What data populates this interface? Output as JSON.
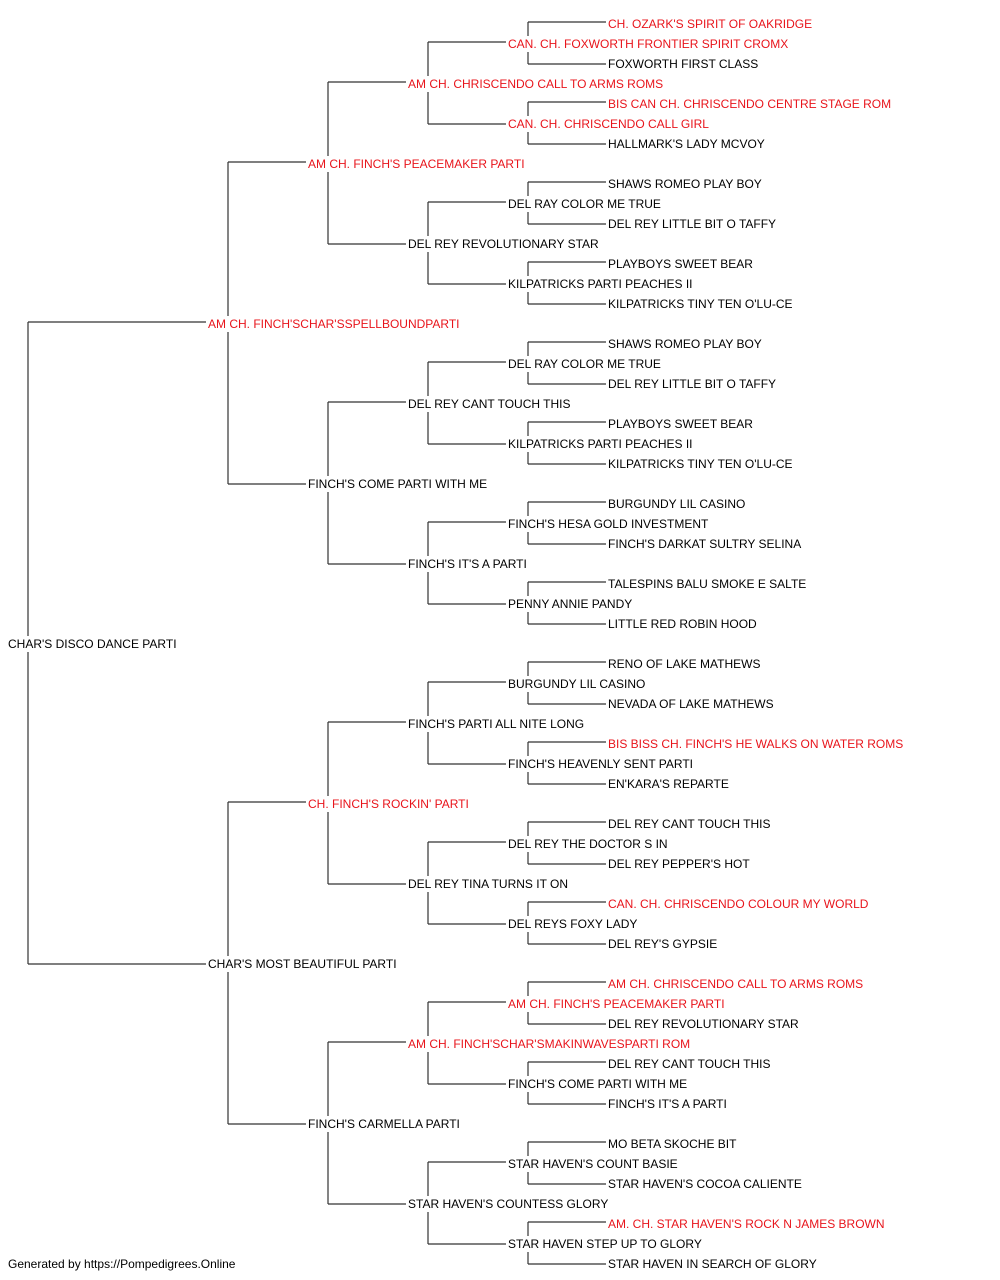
{
  "colors": {
    "champion": "#e8141b",
    "normal": "#000000",
    "line": "#333333"
  },
  "footer": "Generated by https://Pompedigrees.Online",
  "tree": {
    "name": "CHAR'S DISCO DANCE PARTI",
    "champion": false,
    "sire": {
      "name": "AM CH. FINCH'SCHAR'SSPELLBOUNDPARTI",
      "champion": true,
      "sire": {
        "name": "AM CH. FINCH'S PEACEMAKER PARTI",
        "champion": true,
        "sire": {
          "name": "AM CH. CHRISCENDO CALL TO ARMS ROMS",
          "champion": true,
          "sire": {
            "name": "CAN. CH. FOXWORTH FRONTIER SPIRIT CROMX",
            "champion": true,
            "sire": {
              "name": "CH. OZARK'S SPIRIT OF OAKRIDGE",
              "champion": true
            },
            "dam": {
              "name": "FOXWORTH FIRST CLASS",
              "champion": false
            }
          },
          "dam": {
            "name": "CAN. CH. CHRISCENDO CALL GIRL",
            "champion": true,
            "sire": {
              "name": "BIS CAN CH. CHRISCENDO CENTRE STAGE ROM",
              "champion": true
            },
            "dam": {
              "name": "HALLMARK'S LADY MCVOY",
              "champion": false
            }
          }
        },
        "dam": {
          "name": "DEL REY REVOLUTIONARY STAR",
          "champion": false,
          "sire": {
            "name": "DEL RAY COLOR ME TRUE",
            "champion": false,
            "sire": {
              "name": "SHAWS ROMEO PLAY BOY",
              "champion": false
            },
            "dam": {
              "name": "DEL REY LITTLE BIT O TAFFY",
              "champion": false
            }
          },
          "dam": {
            "name": "KILPATRICKS PARTI PEACHES II",
            "champion": false,
            "sire": {
              "name": "PLAYBOYS SWEET BEAR",
              "champion": false
            },
            "dam": {
              "name": "KILPATRICKS TINY TEN O'LU-CE",
              "champion": false
            }
          }
        }
      },
      "dam": {
        "name": "FINCH'S COME PARTI WITH ME",
        "champion": false,
        "sire": {
          "name": "DEL REY CANT TOUCH THIS",
          "champion": false,
          "sire": {
            "name": "DEL RAY COLOR ME TRUE",
            "champion": false,
            "sire": {
              "name": "SHAWS ROMEO PLAY BOY",
              "champion": false
            },
            "dam": {
              "name": "DEL REY LITTLE BIT O TAFFY",
              "champion": false
            }
          },
          "dam": {
            "name": "KILPATRICKS PARTI PEACHES II",
            "champion": false,
            "sire": {
              "name": "PLAYBOYS SWEET BEAR",
              "champion": false
            },
            "dam": {
              "name": "KILPATRICKS TINY TEN O'LU-CE",
              "champion": false
            }
          }
        },
        "dam": {
          "name": "FINCH'S IT'S A PARTI",
          "champion": false,
          "sire": {
            "name": "FINCH'S HESA GOLD INVESTMENT",
            "champion": false,
            "sire": {
              "name": "BURGUNDY LIL CASINO",
              "champion": false
            },
            "dam": {
              "name": "FINCH'S DARKAT SULTRY SELINA",
              "champion": false
            }
          },
          "dam": {
            "name": "PENNY ANNIE PANDY",
            "champion": false,
            "sire": {
              "name": "TALESPINS BALU SMOKE E SALTE",
              "champion": false
            },
            "dam": {
              "name": "LITTLE RED ROBIN HOOD",
              "champion": false
            }
          }
        }
      }
    },
    "dam": {
      "name": "CHAR'S MOST BEAUTIFUL PARTI",
      "champion": false,
      "sire": {
        "name": "CH. FINCH'S ROCKIN' PARTI",
        "champion": true,
        "sire": {
          "name": "FINCH'S PARTI ALL NITE LONG",
          "champion": false,
          "sire": {
            "name": "BURGUNDY LIL CASINO",
            "champion": false,
            "sire": {
              "name": "RENO OF LAKE MATHEWS",
              "champion": false
            },
            "dam": {
              "name": "NEVADA OF LAKE MATHEWS",
              "champion": false
            }
          },
          "dam": {
            "name": "FINCH'S HEAVENLY SENT PARTI",
            "champion": false,
            "sire": {
              "name": "BIS BISS CH. FINCH'S HE WALKS ON WATER ROMS",
              "champion": true
            },
            "dam": {
              "name": "EN'KARA'S REPARTE",
              "champion": false
            }
          }
        },
        "dam": {
          "name": "DEL REY TINA TURNS IT ON",
          "champion": false,
          "sire": {
            "name": "DEL REY THE DOCTOR S IN",
            "champion": false,
            "sire": {
              "name": "DEL REY CANT TOUCH THIS",
              "champion": false
            },
            "dam": {
              "name": "DEL REY PEPPER'S HOT",
              "champion": false
            }
          },
          "dam": {
            "name": "DEL REYS FOXY LADY",
            "champion": false,
            "sire": {
              "name": "CAN. CH. CHRISCENDO COLOUR MY WORLD",
              "champion": true
            },
            "dam": {
              "name": "DEL REY'S GYPSIE",
              "champion": false
            }
          }
        }
      },
      "dam": {
        "name": "FINCH'S CARMELLA PARTI",
        "champion": false,
        "sire": {
          "name": "AM CH. FINCH'SCHAR'SMAKINWAVESPARTI ROM",
          "champion": true,
          "sire": {
            "name": "AM CH. FINCH'S PEACEMAKER PARTI",
            "champion": true,
            "sire": {
              "name": "AM CH. CHRISCENDO CALL TO ARMS ROMS",
              "champion": true
            },
            "dam": {
              "name": "DEL REY REVOLUTIONARY STAR",
              "champion": false
            }
          },
          "dam": {
            "name": "FINCH'S COME PARTI WITH ME",
            "champion": false,
            "sire": {
              "name": "DEL REY CANT TOUCH THIS",
              "champion": false
            },
            "dam": {
              "name": "FINCH'S IT'S A PARTI",
              "champion": false
            }
          }
        },
        "dam": {
          "name": "STAR HAVEN'S COUNTESS GLORY",
          "champion": false,
          "sire": {
            "name": "STAR HAVEN'S COUNT BASIE",
            "champion": false,
            "sire": {
              "name": "MO BETA SKOCHE BIT",
              "champion": false
            },
            "dam": {
              "name": "STAR HAVEN'S COCOA CALIENTE",
              "champion": false
            }
          },
          "dam": {
            "name": "STAR HAVEN STEP UP TO GLORY",
            "champion": false,
            "sire": {
              "name": "AM. CH. STAR HAVEN'S ROCK N JAMES BROWN",
              "champion": true
            },
            "dam": {
              "name": "STAR HAVEN IN SEARCH OF GLORY",
              "champion": false
            }
          }
        }
      }
    }
  }
}
